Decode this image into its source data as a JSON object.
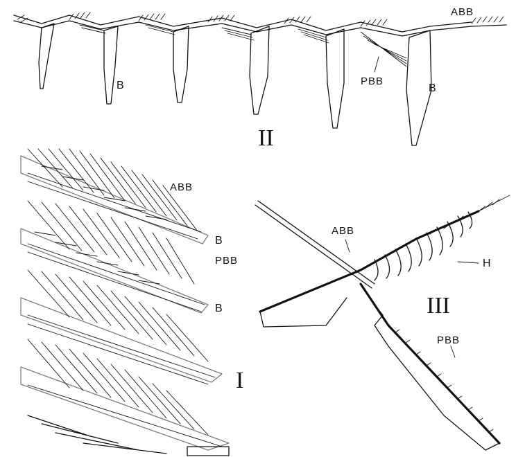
{
  "figure": {
    "panels": [
      {
        "numeral": "II",
        "labels": [
          "ABB",
          "B",
          "PBB",
          "B"
        ]
      },
      {
        "numeral": "I",
        "labels": [
          "ABB",
          "B",
          "PBB",
          "B"
        ]
      },
      {
        "numeral": "III",
        "labels": [
          "ABB",
          "H",
          "PBB"
        ]
      }
    ]
  },
  "colors": {
    "ink": "#111111",
    "paper": "#ffffff"
  }
}
